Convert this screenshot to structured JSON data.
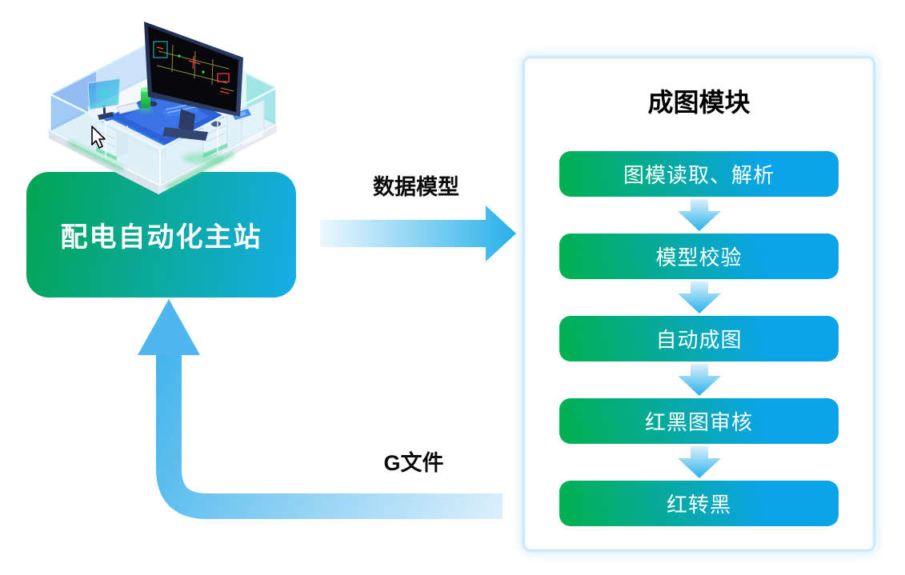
{
  "diagram": {
    "station": {
      "label": "配电自动化主站"
    },
    "arrows": {
      "to_module": {
        "label": "数据模型",
        "direction": "right"
      },
      "to_station": {
        "label": "G文件",
        "direction": "left"
      }
    },
    "module_panel": {
      "title": "成图模块",
      "steps": [
        {
          "label": "图模读取、解析"
        },
        {
          "label": "模型校验"
        },
        {
          "label": "自动成图"
        },
        {
          "label": "红黑图审核"
        },
        {
          "label": "红转黑"
        }
      ]
    },
    "illustration": {
      "name": "distribution-automation-workstation",
      "description": "isometric glass control desk with grid schematic monitor"
    },
    "colors": {
      "gradient_green": "#00b14c",
      "gradient_blue": "#0ba4e6",
      "arrow_blue": "#2fb2ea",
      "arrow_light": "#e8f6fd",
      "panel_border": "#cde9f8",
      "text_dark": "#111111",
      "text_light": "#ffffff"
    }
  }
}
